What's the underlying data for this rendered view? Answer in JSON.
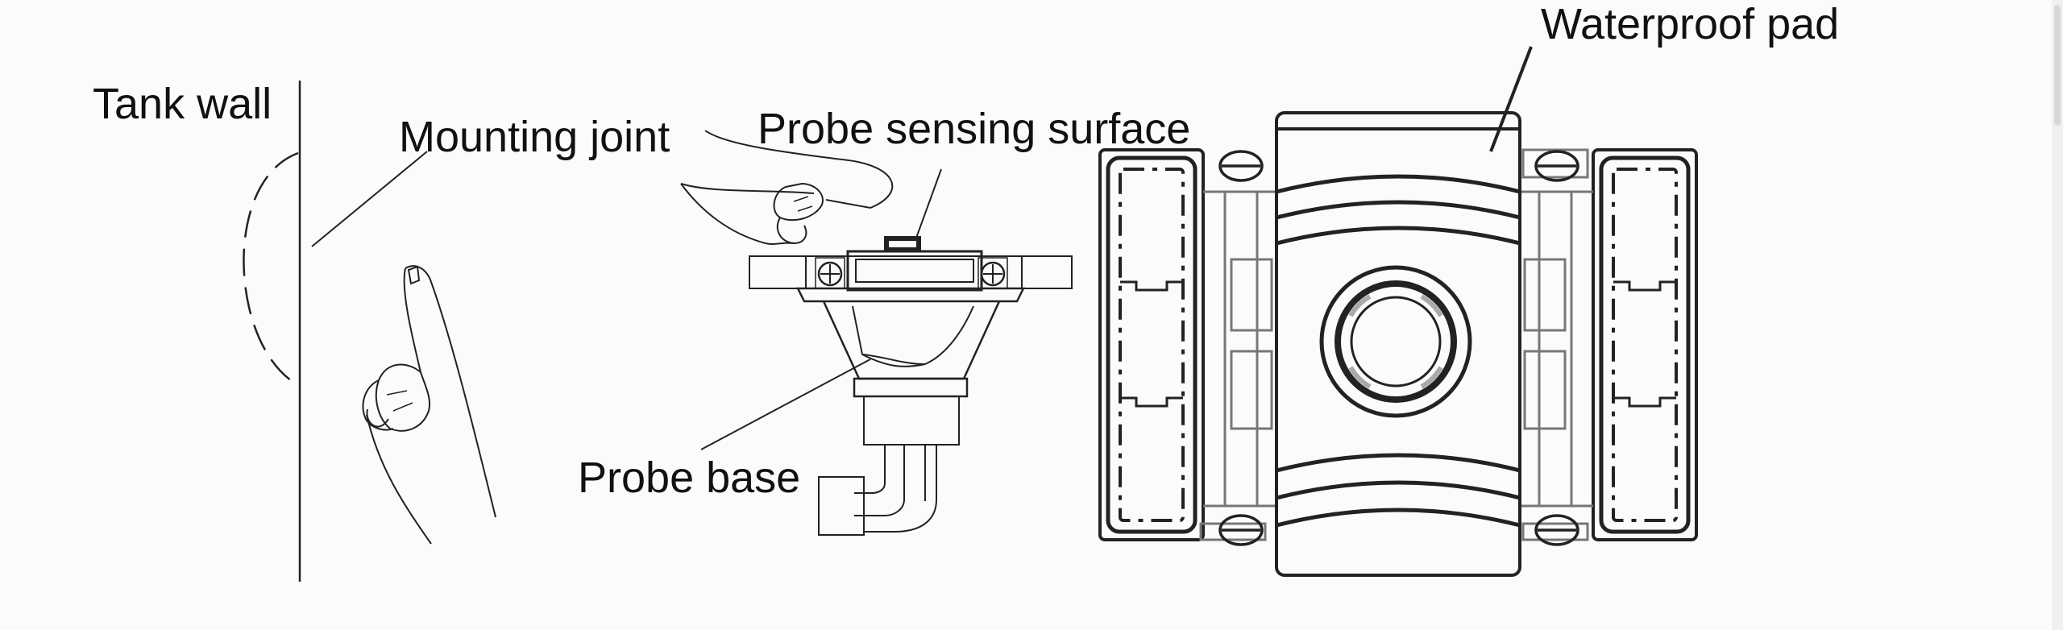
{
  "labels": {
    "tank_wall": "Tank wall",
    "mounting_joint": "Mounting joint",
    "probe_sensing_surface": "Probe sensing surface",
    "probe_base": "Probe base",
    "waterproof_pad": "Waterproof pad"
  },
  "colors": {
    "line": "#222222",
    "gray": "#777777",
    "background": "#fbfbf9"
  }
}
